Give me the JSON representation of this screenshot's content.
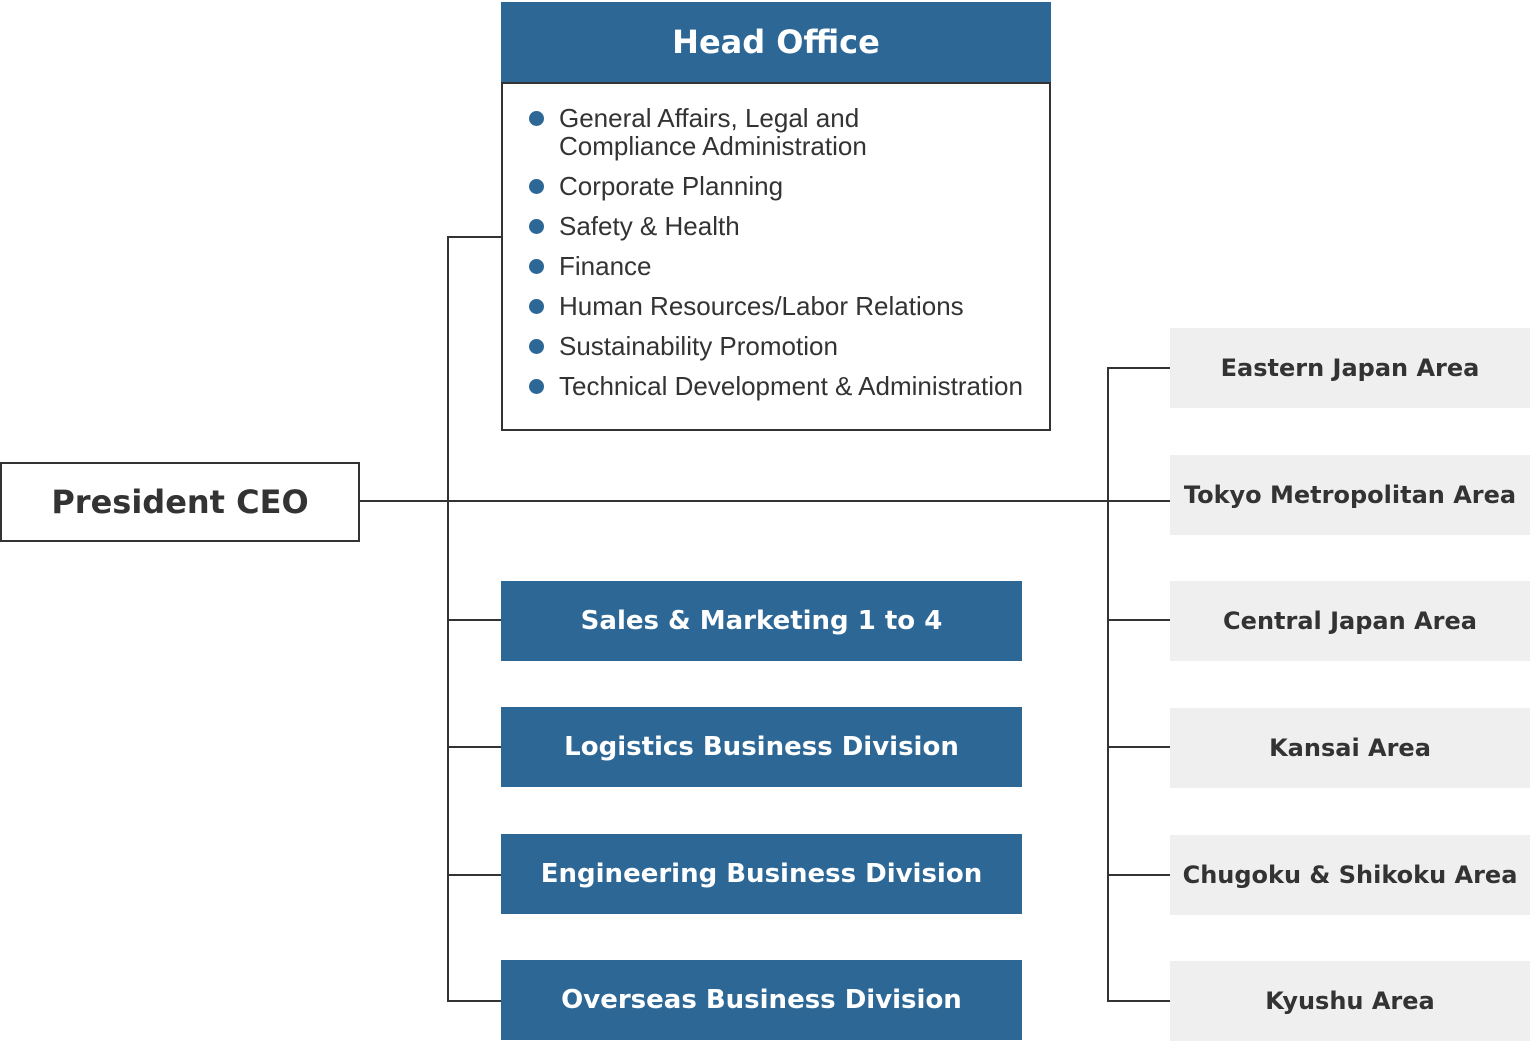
{
  "president": {
    "label": "President CEO"
  },
  "head_office": {
    "title": "Head Office",
    "departments": [
      "General Affairs, Legal and Compliance Administration",
      "Corporate Planning",
      "Safety & Health",
      "Finance",
      "Human Resources/Labor Relations",
      "Sustainability Promotion",
      "Technical Development & Administration"
    ]
  },
  "divisions": [
    "Sales & Marketing 1 to 4",
    "Logistics Business Division",
    "Engineering Business Division",
    "Overseas Business Division"
  ],
  "areas": [
    "Eastern Japan Area",
    "Tokyo Metropolitan Area",
    "Central Japan Area",
    "Kansai Area",
    "Chugoku & Shikoku Area",
    "Kyushu Area"
  ],
  "colors": {
    "accent_blue": "#2d6796",
    "area_gray": "#efefef",
    "line": "#333333",
    "text_dark": "#333333"
  }
}
